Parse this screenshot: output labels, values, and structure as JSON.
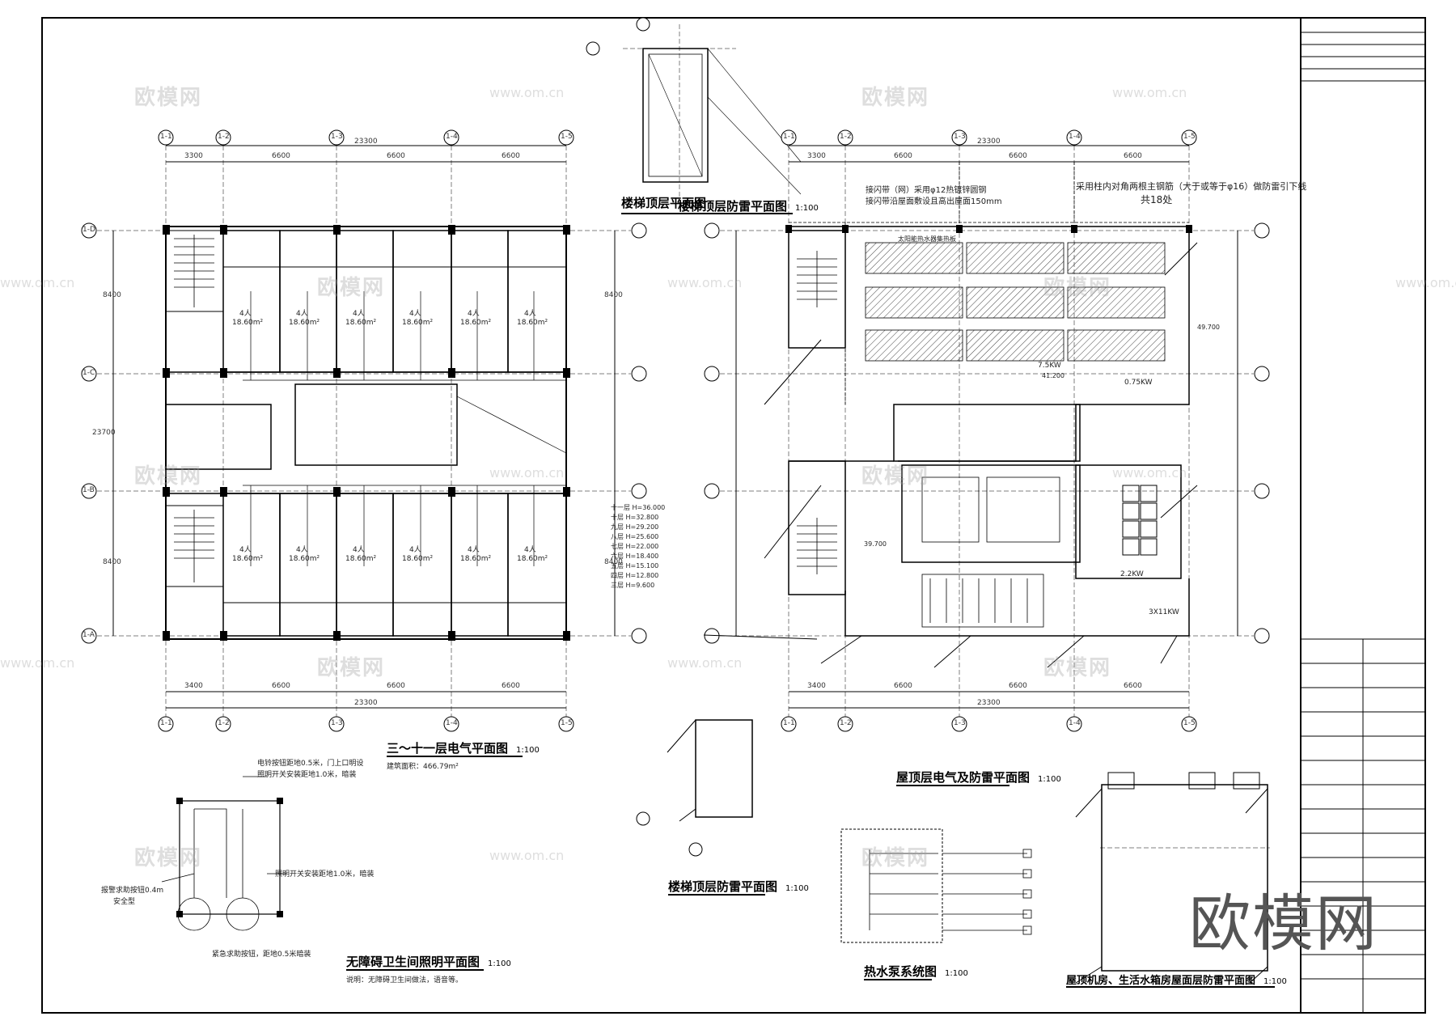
{
  "titles": {
    "main_floor": "三～十一层电气平面图",
    "main_floor_scale": "1:100",
    "main_floor_area": "建筑面积：466.79m²",
    "roof": "屋顶层电气及防雷平面图",
    "roof_scale": "1:100",
    "stair_top_plan": "楼梯顶层平面图",
    "stair_top_lightning": "楼梯顶层防雷平面图",
    "stair_top_lightning_scale": "1:100",
    "stair_top_lightning_2": "楼梯顶层防雷平面图",
    "stair_top_lightning_2_scale": "1:100",
    "accessible_wc": "无障碍卫生间照明平面图",
    "accessible_wc_scale": "1:100",
    "accessible_wc_note": "说明：无障碍卫生间做法，语音等。",
    "hot_water": "热水泵系统图",
    "hot_water_scale": "1:100",
    "machine_room": "屋顶机房、生活水箱房屋面层防雷平面图",
    "machine_room_scale": "1:100"
  },
  "dims": {
    "bays_top": [
      "3300",
      "6600",
      "6600",
      "6600"
    ],
    "bays_bottom": [
      "3400",
      "6600",
      "6600",
      "6600"
    ],
    "total": "23300",
    "rows": [
      "8400",
      "8400"
    ],
    "row_total": "23700"
  },
  "axes": {
    "cols": [
      "1-1",
      "1-2",
      "1-3",
      "1-4",
      "1-5"
    ],
    "rows": [
      "1-A",
      "1-B",
      "1-C",
      "1-D"
    ]
  },
  "rooms": {
    "name": "4人",
    "area": "18.60m²"
  },
  "roof_notes": {
    "note1": "接闪带（网）采用φ12热镀锌圆钢",
    "note2": "接闪带沿屋面敷设且高出屋面150mm",
    "note3": "采用柱内对角两根主钢筋（大于或等于φ16）做防雷引下线",
    "note4": "共18处",
    "solar": "太阳能热水器集热板",
    "power1": "7.5KW",
    "power2": "0.75KW",
    "power3": "3X11KW",
    "power4": "2.2KW",
    "elev1": "39.700",
    "elev2": "41.200",
    "elev3": "49.700"
  },
  "wc_notes": {
    "n1": "电铃按钮距地0.5米，门上口明设",
    "n2": "照明开关安装距地1.0米，暗装",
    "n3": "照明开关安装距地1.0米，暗装",
    "n4": "报警求助按钮0.4m",
    "n5": "安全型",
    "n6": "紧急求助按钮，距地0.5米暗装"
  },
  "floor_levels": [
    "十一层 H=36.000",
    "十层 H=32.800",
    "九层 H=29.200",
    "八层 H=25.600",
    "七层 H=22.000",
    "六层 H=18.400",
    "五层 H=15.100",
    "四层 H=12.800",
    "三层 H=9.600"
  ],
  "watermarks": {
    "cn": "欧模网",
    "url": "www.om.cn"
  },
  "brand": "欧模网",
  "colors": {
    "line": "#000000",
    "watermark": "#a0a0a0"
  }
}
